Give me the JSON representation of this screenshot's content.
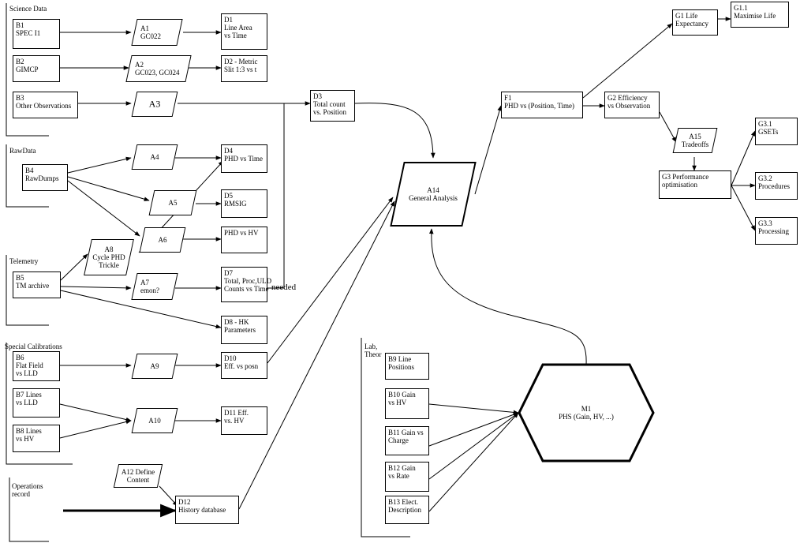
{
  "groups": {
    "science": "Science Data",
    "raw": "RawData",
    "telemetry": "Telemetry",
    "special": "Special Calibrations",
    "ops": "Operations\nrecord",
    "lab": "Lab,\nTheor"
  },
  "boxes": {
    "b1": "B1\nSPEC I1",
    "b2": "B2\nGIMCP",
    "b3": "B3\nOther Observations",
    "b4": "B4\nRawDumps",
    "b5": "B5\nTM archive",
    "b6": "B6\nFlat Field\nvs LLD",
    "b7": "B7 Lines\nvs LLD",
    "b8": "B8 Lines\nvs HV",
    "d1": "D1\nLine Area\nvs Time",
    "d2": "D2 - Metric\nSlit 1:3 vs t",
    "d3": "D3\nTotal count\nvs. Position",
    "d4": "D4\nPHD vs Time",
    "d5": "D5\nRMSIG",
    "d6": "PHD vs HV",
    "d7": "D7\nTotal, Proc,ULD\nCounts vs Time",
    "d8": "D8 - HK\nParameters",
    "d10": "D10\nEff. vs posn",
    "d11": "D11 Eff.\nvs. HV",
    "d12": "D12\nHistory database",
    "f1": "F1\nPHD vs (Position, Time)",
    "g1": "G1 Life\nExpectancy",
    "g11": "G1.1\nMaximise Life",
    "g2": "G2 Efficiency\nvs Observation",
    "g3": "G3 Performance\noptimisation",
    "g31": "G3.1\nGSETs",
    "g32": "G3.2\nProcedures",
    "g33": "G3.3\nProcessing",
    "b9": "B9 Line\nPositions",
    "b10": "B10 Gain\nvs HV",
    "b11": "B11 Gain vs\nCharge",
    "b12": "B12 Gain\nvs Rate",
    "b13": "B13 Elect.\nDescription"
  },
  "analyses": {
    "a1": "A1\nGC022",
    "a2": "A2\nGC023, GC024",
    "a3": "A3",
    "a4": "A4",
    "a5": "A5",
    "a6": "A6",
    "a7": "A7\nemon?",
    "a8": "A8\nCycle PHD\nTrickle",
    "a9": "A9",
    "a10": "A10",
    "a12": "A12 Define\nContent",
    "a14": "A14\nGeneral Analysis",
    "a15": "A15\nTradeoffs"
  },
  "model": {
    "m1": "M1\nPHS (Gain, HV, ...)"
  },
  "annotations": {
    "needed": "needed"
  }
}
